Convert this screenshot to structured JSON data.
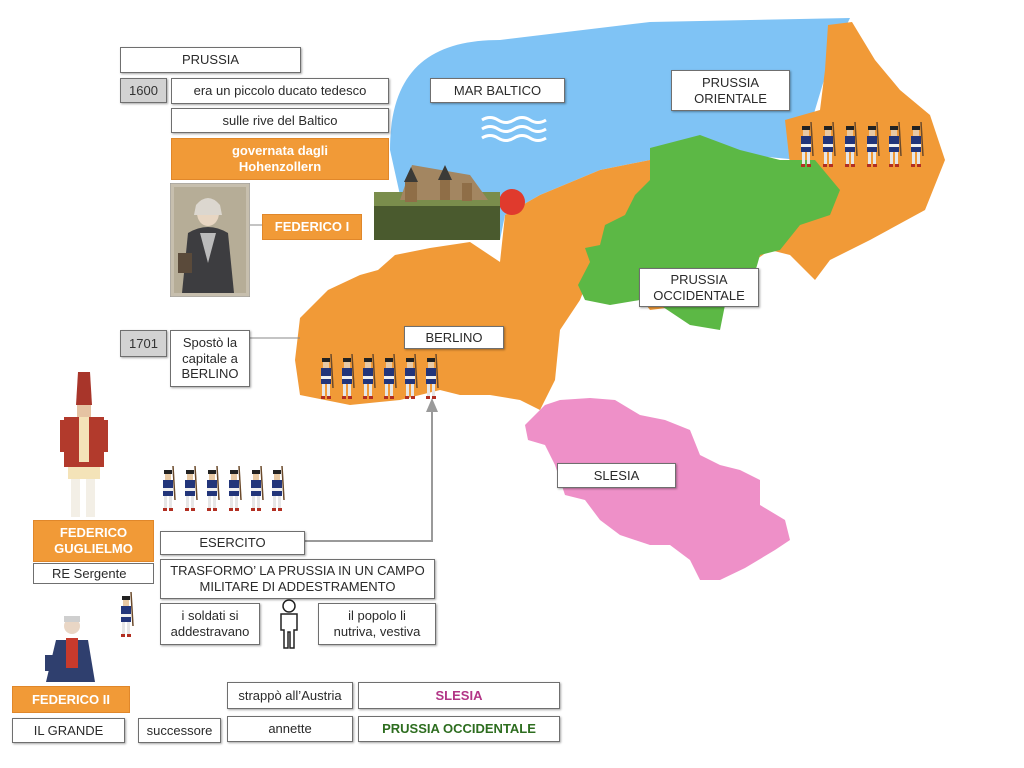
{
  "labels": {
    "prussia_title": "PRUSSIA",
    "year_1600": "1600",
    "ducato": "era un piccolo ducato tedesco",
    "rive_baltico": "sulle rive del Baltico",
    "governata": "governata dagli Hohenzollern",
    "federico_i": "FEDERICO I",
    "year_1701": "1701",
    "sposto": "Spostò la capitale a BERLINO",
    "federico_guglielmo": "FEDERICO GUGLIELMO",
    "re_sergente": "RE Sergente",
    "esercito": "ESERCITO",
    "trasformo": "TRASFORMO’ LA PRUSSIA IN UN CAMPO MILITARE DI ADDESTRAMENTO",
    "soldati": "i soldati si addestravano",
    "popolo": "il popolo li nutriva, vestiva",
    "federico_ii": "FEDERICO II",
    "il_grande": "IL GRANDE",
    "successore": "successore",
    "strappo": "strappò all’Austria",
    "slesia_value": "SLESIA",
    "annette": "annette",
    "prussia_occ_value": "PRUSSIA OCCIDENTALE"
  },
  "map": {
    "mar_baltico": "MAR BALTICO",
    "prussia_orientale": "PRUSSIA ORIENTALE",
    "prussia_occidentale": "PRUSSIA OCCIDENTALE",
    "berlino": "BERLINO",
    "slesia": "SLESIA"
  },
  "colors": {
    "sea": "#7fc3f5",
    "prussia": "#f19a37",
    "west_prussia": "#5cb845",
    "silesia": "#ee90c8",
    "slesia_text": "#b23586",
    "prussia_occ_text": "#2d6d1f",
    "marker": "#e03a2d"
  },
  "icons": [
    "waves-icon",
    "castle-image",
    "portrait-image",
    "soldier-row-image",
    "grenadier-image",
    "person-icon",
    "arrow-icon"
  ]
}
